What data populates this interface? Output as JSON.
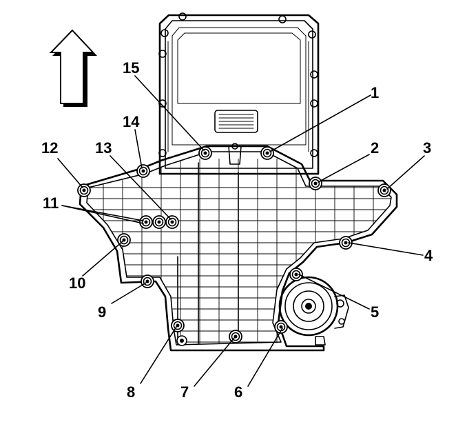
{
  "diagram": {
    "callouts": [
      {
        "id": 1,
        "label": "1"
      },
      {
        "id": 2,
        "label": "2"
      },
      {
        "id": 3,
        "label": "3"
      },
      {
        "id": 4,
        "label": "4"
      },
      {
        "id": 5,
        "label": "5"
      },
      {
        "id": 6,
        "label": "6"
      },
      {
        "id": 7,
        "label": "7"
      },
      {
        "id": 8,
        "label": "8"
      },
      {
        "id": 9,
        "label": "9"
      },
      {
        "id": 10,
        "label": "10"
      },
      {
        "id": 11,
        "label": "11"
      },
      {
        "id": 12,
        "label": "12"
      },
      {
        "id": 13,
        "label": "13"
      },
      {
        "id": 14,
        "label": "14"
      },
      {
        "id": 15,
        "label": "15"
      }
    ],
    "direction_arrow": "up-arrow-icon",
    "colors": {
      "ink": "#000000",
      "paper": "#ffffff"
    }
  }
}
